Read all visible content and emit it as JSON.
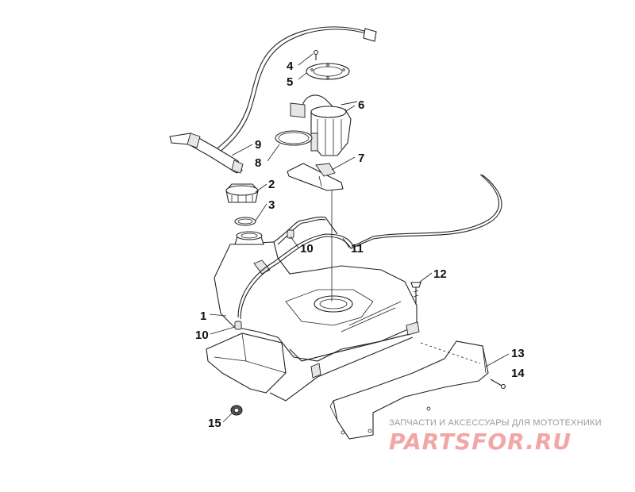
{
  "callouts": [
    {
      "id": "c1",
      "label": "1"
    },
    {
      "id": "c2",
      "label": "2"
    },
    {
      "id": "c3",
      "label": "3"
    },
    {
      "id": "c4",
      "label": "4"
    },
    {
      "id": "c5",
      "label": "5"
    },
    {
      "id": "c6",
      "label": "6"
    },
    {
      "id": "c7",
      "label": "7"
    },
    {
      "id": "c8",
      "label": "8"
    },
    {
      "id": "c9",
      "label": "9"
    },
    {
      "id": "c10a",
      "label": "10"
    },
    {
      "id": "c10b",
      "label": "10"
    },
    {
      "id": "c11",
      "label": "11"
    },
    {
      "id": "c12",
      "label": "12"
    },
    {
      "id": "c13",
      "label": "13"
    },
    {
      "id": "c14",
      "label": "14"
    },
    {
      "id": "c15",
      "label": "15"
    }
  ],
  "watermark": {
    "caption": "ЗАПЧАСТИ И АКСЕССУАРЫ ДЛЯ МОТОТЕХНИКИ",
    "logo": "PARTSFOR.RU"
  }
}
